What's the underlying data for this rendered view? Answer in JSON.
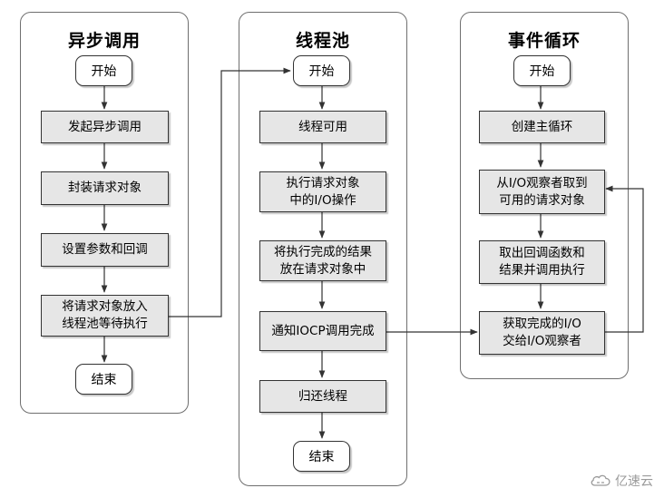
{
  "lanes": {
    "async": {
      "title": "异步调用",
      "start": "开始",
      "steps": [
        "发起异步调用",
        "封装请求对象",
        "设置参数和回调",
        "将请求对象放入\n线程池等待执行"
      ],
      "end": "结束"
    },
    "threadpool": {
      "title": "线程池",
      "start": "开始",
      "steps": [
        "线程可用",
        "执行请求对象\n中的I/O操作",
        "将执行完成的结果\n放在请求对象中",
        "通知IOCP调用完成",
        "归还线程"
      ],
      "end": "结束"
    },
    "eventloop": {
      "title": "事件循环",
      "start": "开始",
      "steps": [
        "创建主循环",
        "从I/O观察者取到\n可用的请求对象",
        "取出回调函数和\n结果并调用执行",
        "获取完成的I/O\n交给I/O观察者"
      ]
    }
  },
  "watermark": "亿速云",
  "colors": {
    "box_fill": "#e6e6e6",
    "border": "#333333",
    "lane_border": "#6f6f6f"
  }
}
